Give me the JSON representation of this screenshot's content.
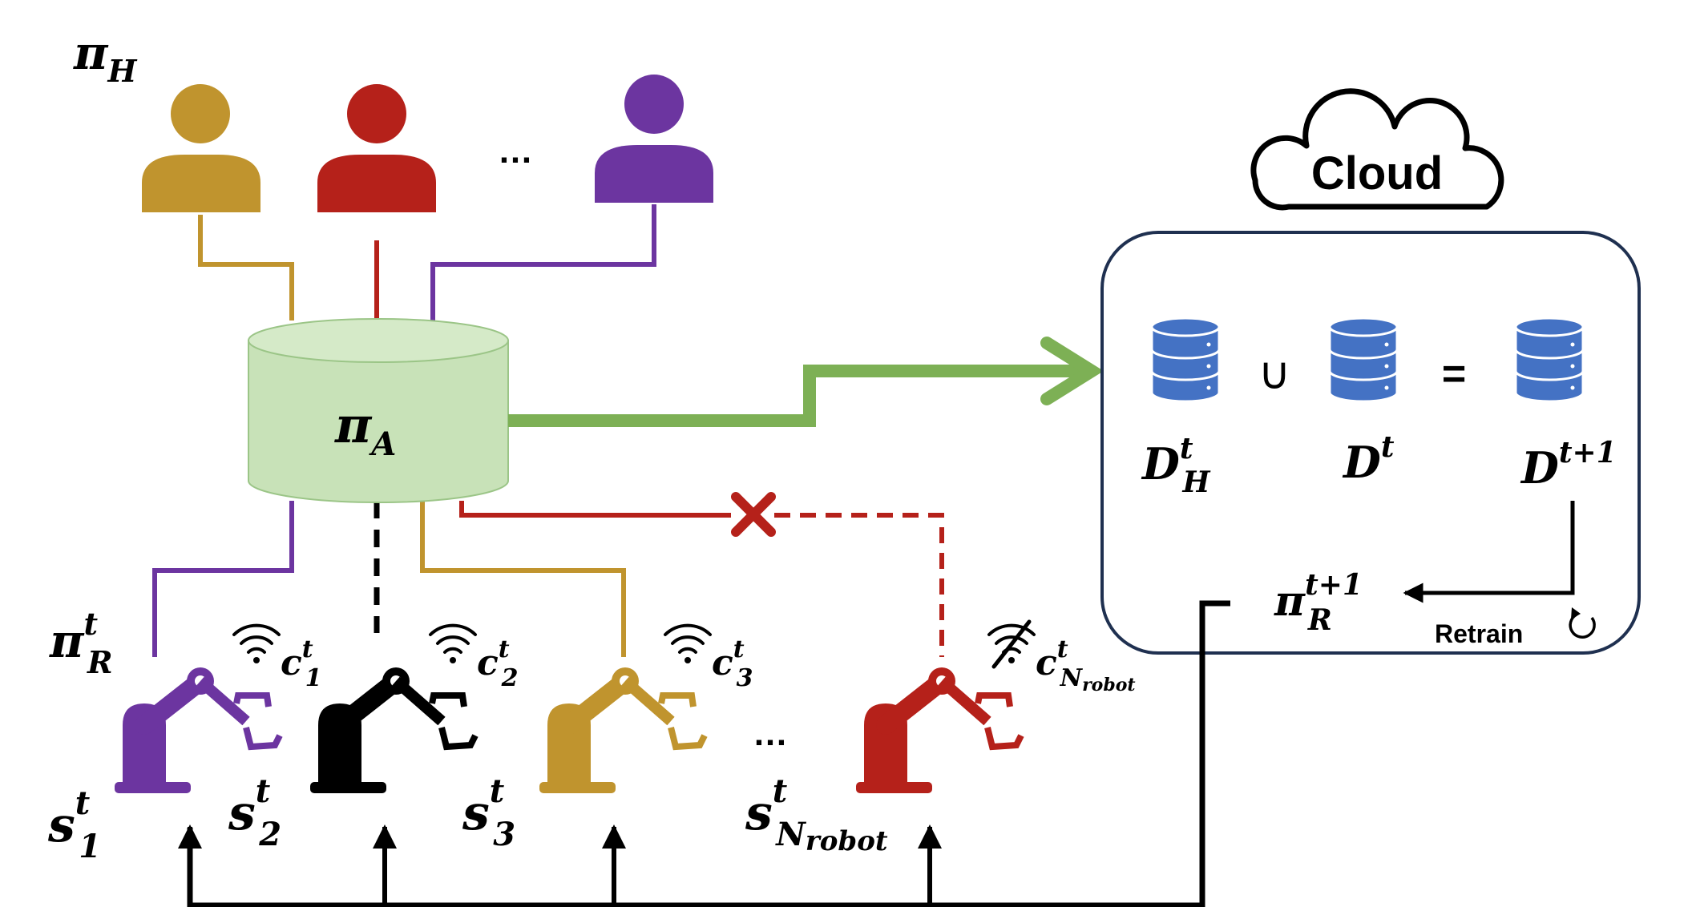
{
  "labels": {
    "pi_h": {
      "base": "π",
      "sub": "H"
    },
    "pi_a": {
      "base": "π",
      "sub": "A"
    },
    "pi_r": {
      "base": "π",
      "sup": "t",
      "sub": "R"
    },
    "pi_r_next": {
      "base": "π",
      "sup": "t+1",
      "sub": "R"
    },
    "cloud": "Cloud",
    "retrain": "Retrain",
    "union": "∪",
    "equals": "=",
    "ellipsis": "…",
    "d_h": {
      "base": "D",
      "sup": "t",
      "sub": "H"
    },
    "d_t": {
      "base": "D",
      "sup": "t"
    },
    "d_next": {
      "base": "D",
      "sup": "t+1"
    }
  },
  "colors": {
    "gold": "#C0942E",
    "red": "#B5211A",
    "purple": "#6C35A0",
    "black": "#000000",
    "green_arrow": "#7DB055",
    "cylinder_fill": "#C8E2B8",
    "cylinder_stroke": "#9BC587",
    "database": "#4472C4",
    "panel_border": "#1F3050"
  },
  "humans": [
    {
      "color": "gold"
    },
    {
      "color": "red"
    },
    {
      "color": "purple"
    }
  ],
  "robots": [
    {
      "color": "purple",
      "state": {
        "base": "s",
        "sup": "t",
        "sub": "1"
      },
      "comm": {
        "base": "c",
        "sup": "t",
        "sub": "1"
      },
      "connected": true
    },
    {
      "color": "black",
      "state": {
        "base": "s",
        "sup": "t",
        "sub": "2"
      },
      "comm": {
        "base": "c",
        "sup": "t",
        "sub": "2"
      },
      "connected": true
    },
    {
      "color": "gold",
      "state": {
        "base": "s",
        "sup": "t",
        "sub": "3"
      },
      "comm": {
        "base": "c",
        "sup": "t",
        "sub": "3"
      },
      "connected": true
    },
    {
      "color": "red",
      "state": {
        "base": "s",
        "sup": "t",
        "sub": "N",
        "subsub": "robot"
      },
      "comm": {
        "base": "c",
        "sup": "t",
        "sub": "N",
        "subsub": "robot"
      },
      "connected": false
    }
  ]
}
